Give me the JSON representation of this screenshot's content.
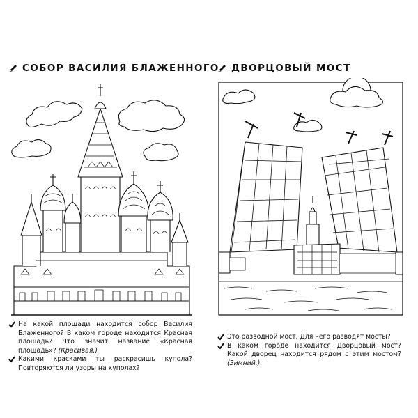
{
  "left": {
    "title": "СОБОР ВАСИЛИЯ БЛАЖЕННОГО",
    "questions": [
      {
        "text": "На какой площади находится собор Василия Блаженного? В каком городе находится Красная площадь? Что значит название «Красная площадь»?",
        "answer": "(Красивая.)"
      },
      {
        "text": "Какими красками ты раскрасишь купола? Повторяются ли узоры на куполах?",
        "answer": ""
      }
    ]
  },
  "right": {
    "title": "ДВОРЦОВЫЙ МОСТ",
    "questions": [
      {
        "text": "Это разводной мост. Для чего разводят мосты?",
        "answer": ""
      },
      {
        "text": "В каком городе находится Дворцовый мост? Какой дворец находится рядом с этим мостом?",
        "answer": "(Зимний.)"
      }
    ]
  },
  "icons": {
    "title_marker": "pencil-icon",
    "bullet": "checkmark-icon"
  },
  "colors": {
    "ink": "#111111",
    "paper": "#ffffff"
  }
}
